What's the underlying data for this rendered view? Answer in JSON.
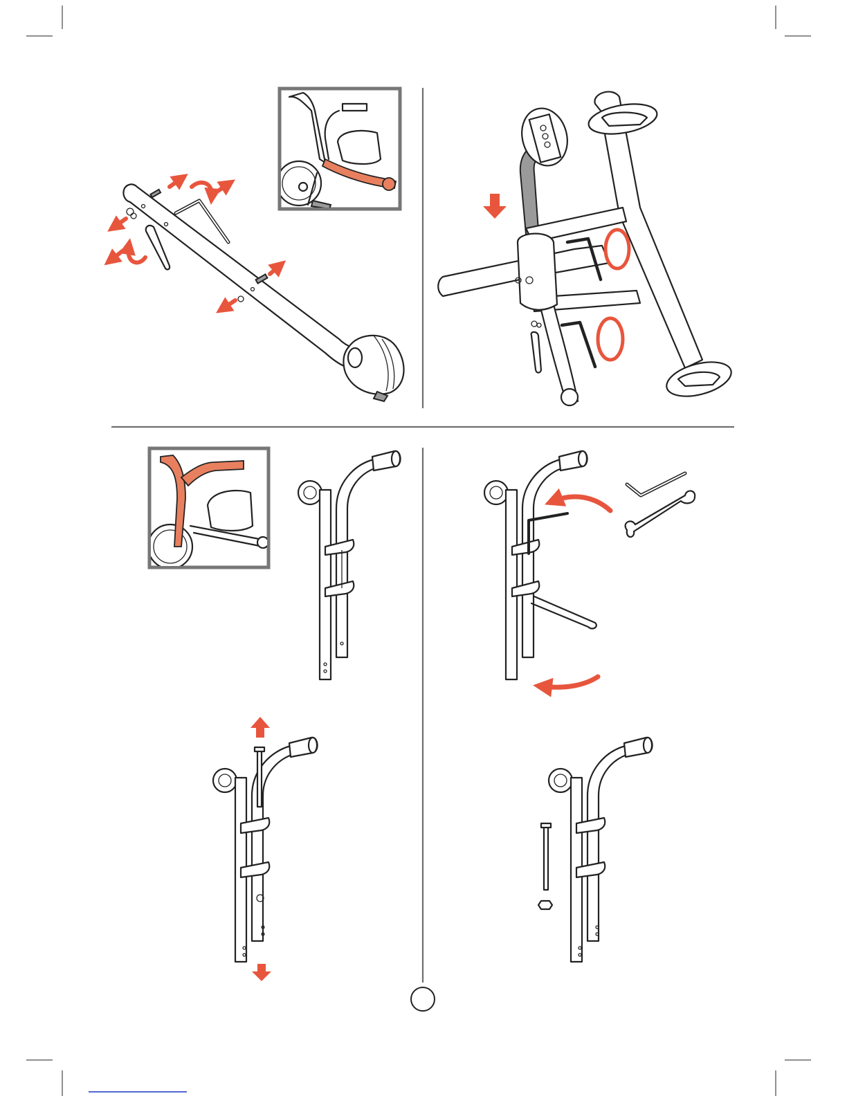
{
  "document": {
    "type": "assembly-instructions-page",
    "page_number": "",
    "steps": [
      {
        "name": "remove-steering-bar",
        "inset_highlight": "lower-steering-bar"
      },
      {
        "name": "attach-steering-to-frame"
      },
      {
        "name": "loosen-handlebar-clamp",
        "inset_highlight": "handlebar-frame"
      },
      {
        "name": "tools-wrench-and-hex-key"
      },
      {
        "name": "remove-long-bolt"
      },
      {
        "name": "bolt-and-nut-removed"
      }
    ]
  },
  "colors": {
    "accent": "#e8553d",
    "highlight_part": "#e8805f",
    "inset_border": "#777777",
    "divider": "#6e6e6e",
    "line_art": "#222222",
    "footer_link": "#1a35c8"
  },
  "icons": {
    "arrow": "red-arrow-icon",
    "rotate": "red-rotate-icon",
    "hex_key": "hex-key-icon",
    "wrench": "wrench-icon"
  }
}
